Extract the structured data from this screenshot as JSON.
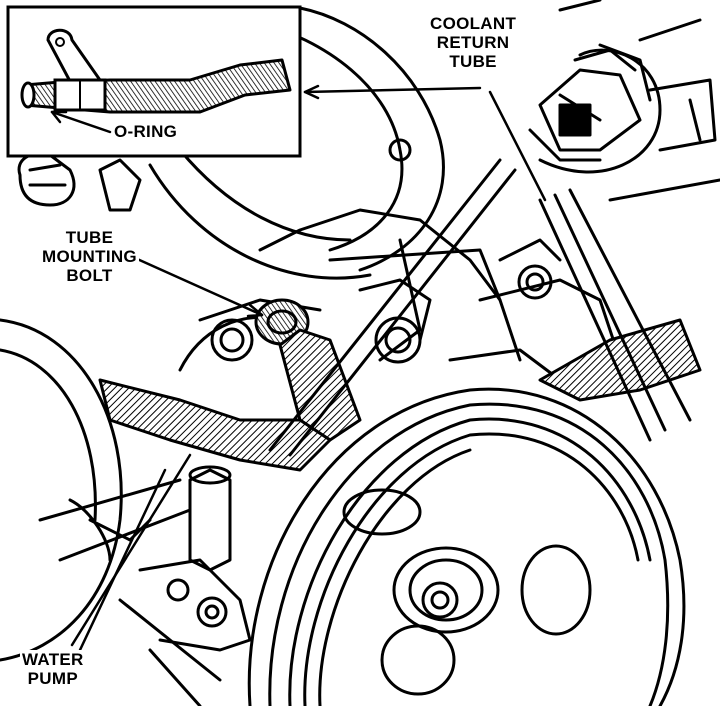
{
  "labels": {
    "coolant_return_tube": [
      "COOLANT",
      "RETURN",
      "TUBE"
    ],
    "o_ring": "O-RING",
    "tube_mounting_bolt": [
      "TUBE",
      "MOUNTING",
      "BOLT"
    ],
    "water_pump": [
      "WATER",
      "PUMP"
    ]
  }
}
